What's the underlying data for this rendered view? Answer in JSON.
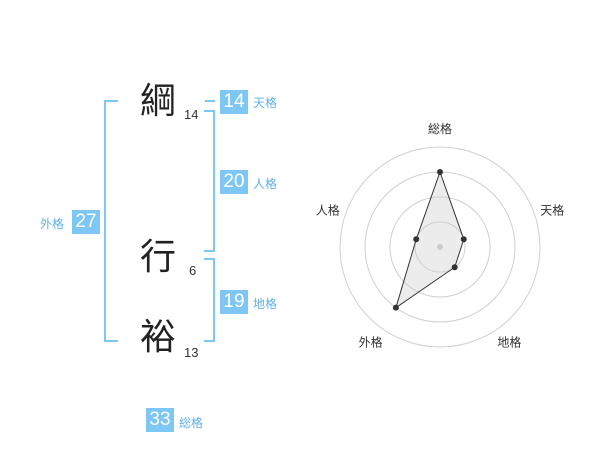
{
  "name_chars": [
    {
      "char": "綱",
      "strokes": "14"
    },
    {
      "char": "行",
      "strokes": "6"
    },
    {
      "char": "裕",
      "strokes": "13"
    }
  ],
  "fortunes": {
    "tenkaku": {
      "label": "天格",
      "value": "14"
    },
    "jinkaku": {
      "label": "人格",
      "value": "20"
    },
    "chikaku": {
      "label": "地格",
      "value": "19"
    },
    "gaikaku": {
      "label": "外格",
      "value": "27"
    },
    "soukaku": {
      "label": "総格",
      "value": "33"
    }
  },
  "colors": {
    "accent": "#7ec6f4",
    "label": "#5fb1e6",
    "text": "#222222"
  },
  "chart_data": {
    "type": "radar",
    "axes": [
      "総格",
      "天格",
      "地格",
      "外格",
      "人格"
    ],
    "values": [
      3,
      1,
      1,
      3,
      1
    ],
    "rmax": 4,
    "rings": 4,
    "grid": true
  }
}
